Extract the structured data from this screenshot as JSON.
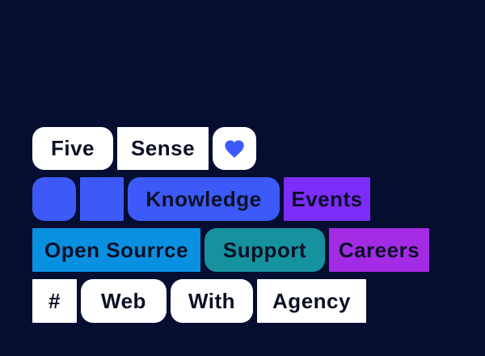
{
  "colors": {
    "background": "#050D30",
    "blue": "#3D5AF8",
    "purple": "#7C2DF9",
    "azure": "#0A90E0",
    "teal": "#16929E",
    "violet": "#A32BE3",
    "white": "#FFFFFF",
    "chip_text": "#0C1026",
    "heart": "#3D5AF8"
  },
  "rows": [
    {
      "chips": [
        {
          "label": "Five",
          "style": "white rounded"
        },
        {
          "label": "Sense",
          "style": "white square"
        },
        {
          "label": "",
          "icon": "heart-icon",
          "style": "white rounded"
        }
      ]
    },
    {
      "chips": [
        {
          "label": "",
          "style": "blue rounded"
        },
        {
          "label": "",
          "style": "blue square"
        },
        {
          "label": "Knowledge",
          "style": "blue rounded"
        },
        {
          "label": "Events",
          "style": "purple square"
        }
      ]
    },
    {
      "chips": [
        {
          "label": "Open Sourrce",
          "style": "azure square"
        },
        {
          "label": "Support",
          "style": "teal rounded"
        },
        {
          "label": "Careers",
          "style": "violet square"
        }
      ]
    },
    {
      "chips": [
        {
          "label": "#",
          "style": "white square"
        },
        {
          "label": "Web",
          "style": "white rounded"
        },
        {
          "label": "With",
          "style": "white rounded"
        },
        {
          "label": "Agency",
          "style": "white square"
        }
      ]
    }
  ]
}
